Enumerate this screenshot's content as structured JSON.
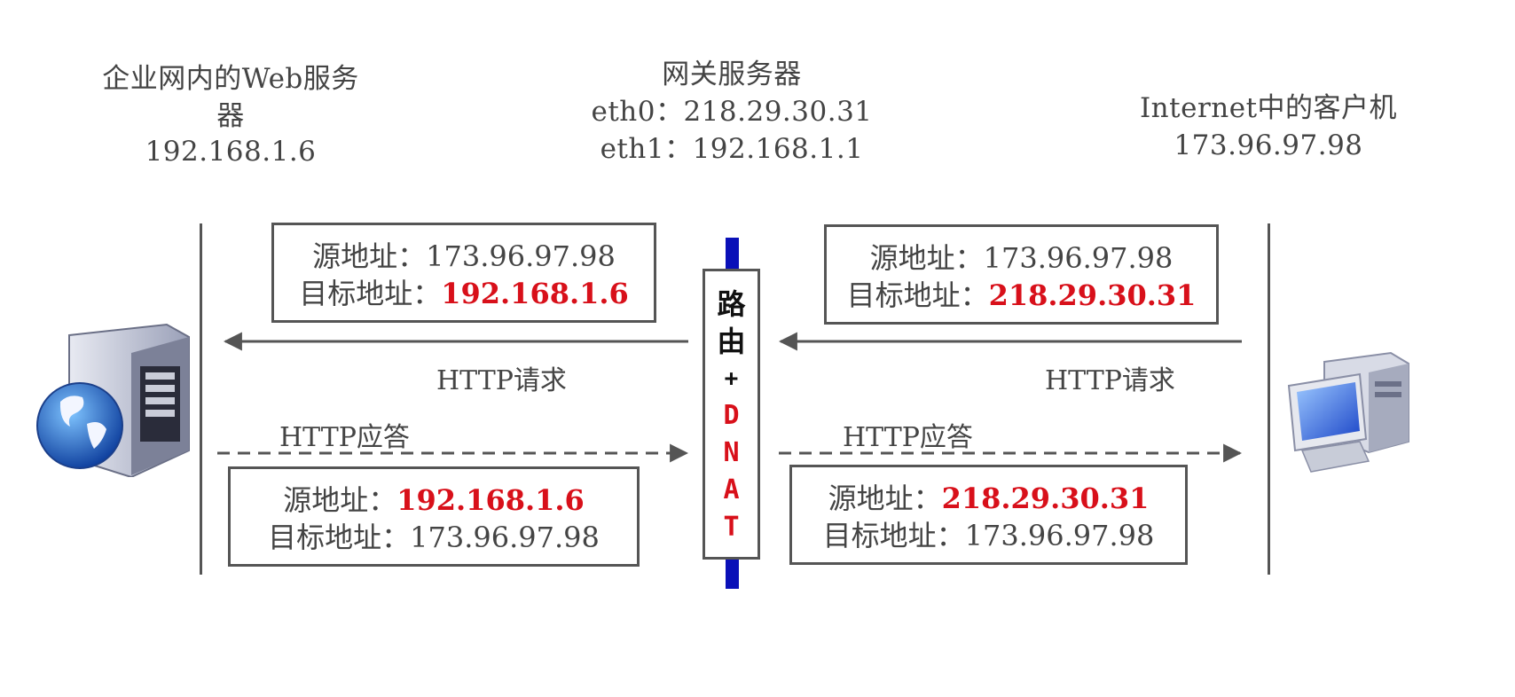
{
  "left_node": {
    "title_line1": "企业网内的Web服务",
    "title_line2": "器",
    "ip": "192.168.1.6"
  },
  "gateway": {
    "title": "网关服务器",
    "eth0": "eth0：218.29.30.31",
    "eth1": "eth1：192.168.1.1",
    "router_chars": [
      "路",
      "由",
      "+",
      "D",
      "N",
      "A",
      "T"
    ]
  },
  "right_node": {
    "title": "Internet中的客户机",
    "ip": "173.96.97.98"
  },
  "left_request_box": {
    "src_label": "源地址：",
    "src_value": "173.96.97.98",
    "dst_label": "目标地址：",
    "dst_value": "192.168.1.6"
  },
  "right_request_box": {
    "src_label": "源地址：",
    "src_value": "173.96.97.98",
    "dst_label": "目标地址：",
    "dst_value": "218.29.30.31"
  },
  "left_response_box": {
    "src_label": "源地址：",
    "src_value": "192.168.1.6",
    "dst_label": "目标地址：",
    "dst_value": "173.96.97.98"
  },
  "right_response_box": {
    "src_label": "源地址：",
    "src_value": "218.29.30.31",
    "dst_label": "目标地址：",
    "dst_value": "173.96.97.98"
  },
  "labels": {
    "http_request": "HTTP请求",
    "http_response": "HTTP应答"
  },
  "colors": {
    "highlight": "#d8101a",
    "router_bar": "#0a10b8",
    "line": "#555555"
  },
  "icons": {
    "left": "web-server-globe-icon",
    "right": "client-computer-icon"
  }
}
